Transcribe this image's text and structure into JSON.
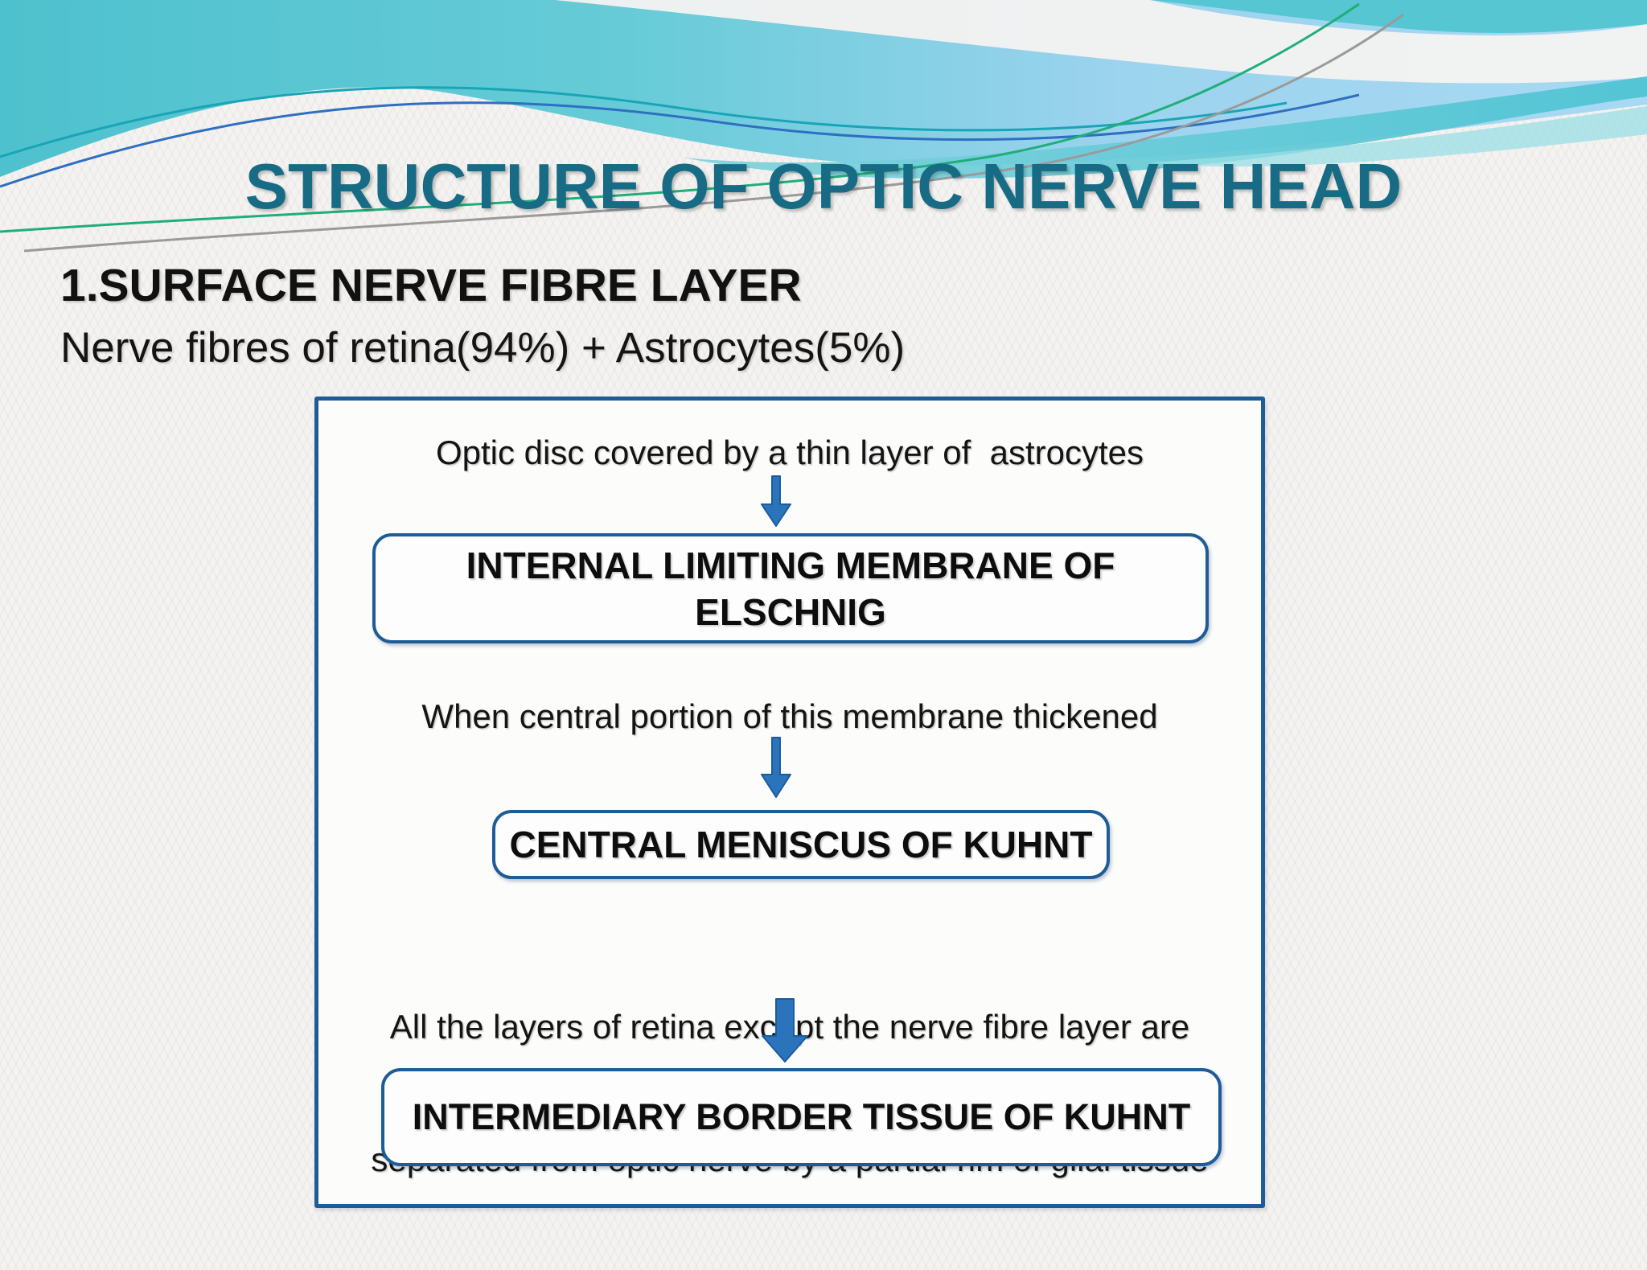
{
  "slide": {
    "title": "STRUCTURE OF OPTIC NERVE HEAD",
    "heading": "1.SURFACE NERVE FIBRE LAYER",
    "subheading": "Nerve fibres of retina(94%) + Astrocytes(5%)"
  },
  "flowchart": {
    "step1_text": "Optic disc covered by a thin layer of  astrocytes",
    "box1_label": "INTERNAL LIMITING MEMBRANE OF ELSCHNIG",
    "step2_text": "When central portion of this membrane thickened",
    "box2_label": "CENTRAL MENISCUS OF KUHNT",
    "step3_line1": "All the layers of retina except the nerve fibre layer are",
    "step3_line2": "separated from optic nerve by a partial rim of glial tissue",
    "box3_label": "INTERMEDIARY BORDER TISSUE OF KUHNT",
    "arrow_icon": "down-arrow"
  },
  "colors": {
    "title_teal": "#176b84",
    "box_border_blue": "#1e5c98",
    "arrow_blue": "#2b73bb",
    "banner_teal": "#4ec1ce",
    "banner_light_blue": "#a8d9f2",
    "background": "#f4f3f1",
    "text": "#141414"
  }
}
